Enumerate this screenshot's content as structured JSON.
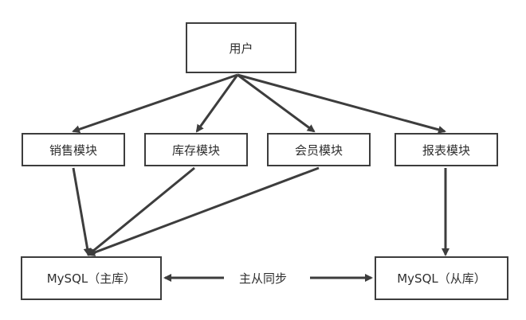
{
  "nodes": {
    "user": "用户",
    "sales": "销售模块",
    "inventory": "库存模块",
    "member": "会员模块",
    "report": "报表模块",
    "mysql_master": "MySQL（主库）",
    "mysql_slave": "MySQL（从库）"
  },
  "edges": {
    "sync_label": "主从同步"
  },
  "colors": {
    "stroke": "#3d3d3d",
    "text": "#2f2f2f",
    "background": "#ffffff"
  }
}
